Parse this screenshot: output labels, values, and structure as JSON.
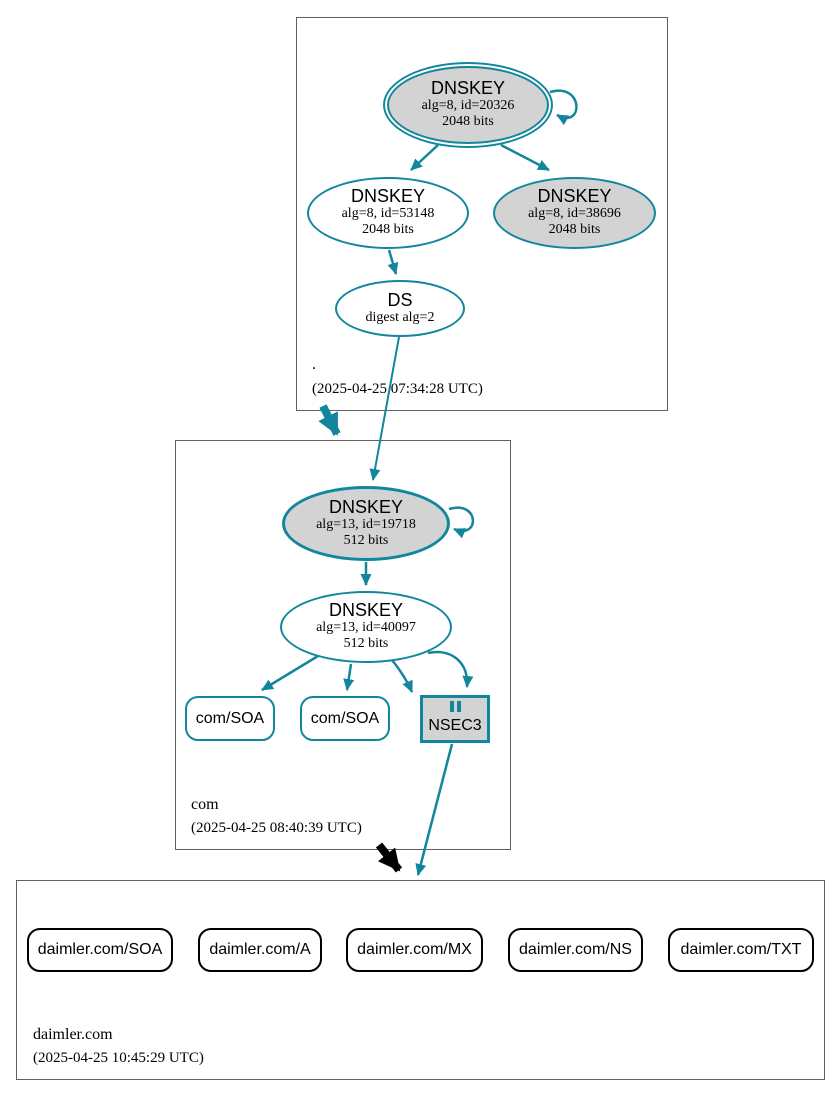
{
  "diagram": {
    "kind": "dnssec-authentication-chain",
    "colors": {
      "secure_edge": "#12869c",
      "insecure_edge": "#000000",
      "node_fill": "#d3d3d3",
      "zone_border": "#5f5f5f"
    }
  },
  "zones": [
    {
      "label": ".",
      "timestamp": "(2025-04-25 07:34:28 UTC)"
    },
    {
      "label": "com",
      "timestamp": "(2025-04-25 08:40:39 UTC)"
    },
    {
      "label": "daimler.com",
      "timestamp": "(2025-04-25 10:45:29 UTC)"
    }
  ],
  "nodes": {
    "root_ksk": {
      "title": "DNSKEY",
      "line1": "alg=8, id=20326",
      "line2": "2048 bits"
    },
    "root_zsk": {
      "title": "DNSKEY",
      "line1": "alg=8, id=53148",
      "line2": "2048 bits"
    },
    "root_key3": {
      "title": "DNSKEY",
      "line1": "alg=8, id=38696",
      "line2": "2048 bits"
    },
    "root_ds": {
      "title": "DS",
      "line1": "digest alg=2"
    },
    "com_ksk": {
      "title": "DNSKEY",
      "line1": "alg=13, id=19718",
      "line2": "512 bits"
    },
    "com_zsk": {
      "title": "DNSKEY",
      "line1": "alg=13, id=40097",
      "line2": "512 bits"
    },
    "com_soa1": {
      "title": "com/SOA"
    },
    "com_soa2": {
      "title": "com/SOA"
    },
    "com_nsec3": {
      "title": "NSEC3"
    },
    "daimler_soa": {
      "title": "daimler.com/SOA"
    },
    "daimler_a": {
      "title": "daimler.com/A"
    },
    "daimler_mx": {
      "title": "daimler.com/MX"
    },
    "daimler_ns": {
      "title": "daimler.com/NS"
    },
    "daimler_txt": {
      "title": "daimler.com/TXT"
    }
  }
}
